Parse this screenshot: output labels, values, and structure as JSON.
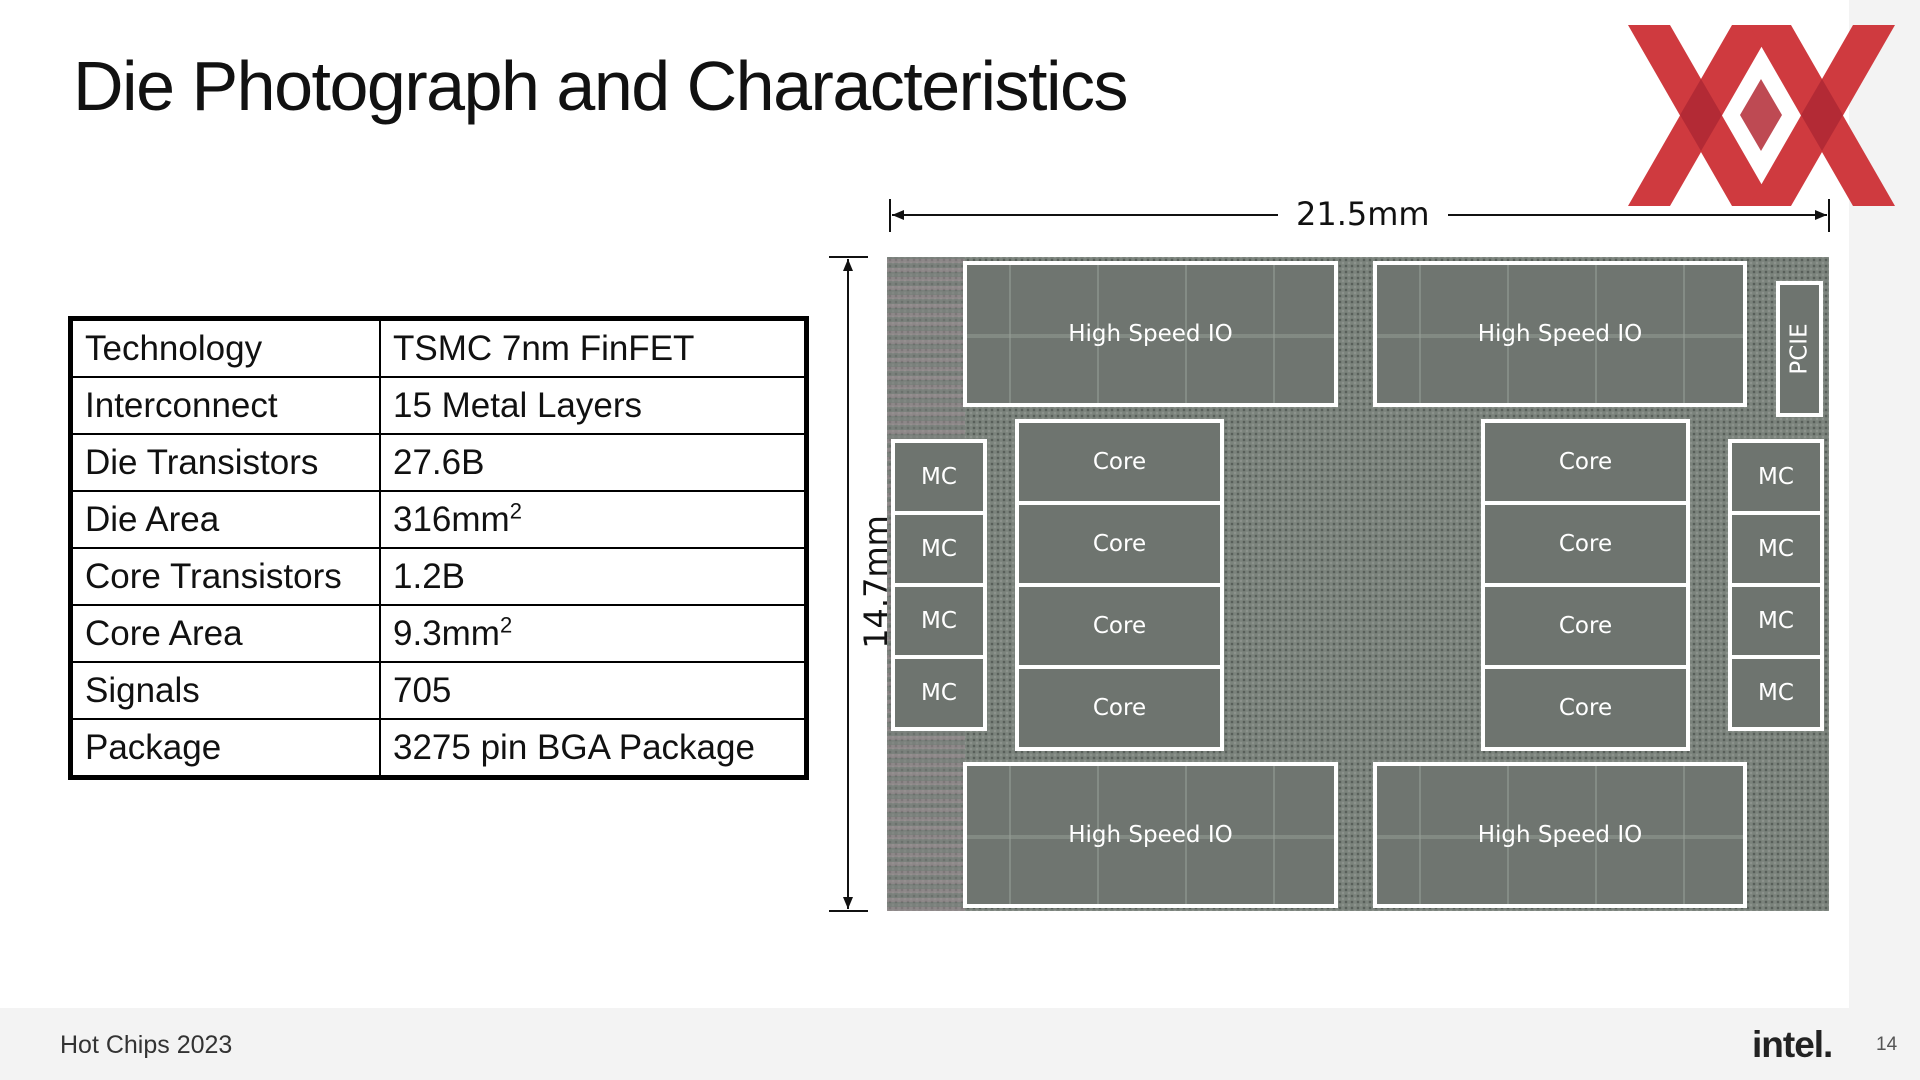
{
  "title": "Die Photograph and Characteristics",
  "specs": [
    {
      "label": "Technology",
      "value": "TSMC 7nm FinFET",
      "sup": ""
    },
    {
      "label": "Interconnect",
      "value": "15 Metal Layers",
      "sup": ""
    },
    {
      "label": "Die Transistors",
      "value": "27.6B",
      "sup": ""
    },
    {
      "label": "Die Area",
      "value": "316mm",
      "sup": "2"
    },
    {
      "label": "Core Transistors",
      "value": "1.2B",
      "sup": ""
    },
    {
      "label": "Core Area",
      "value": "9.3mm",
      "sup": "2"
    },
    {
      "label": "Signals",
      "value": "705",
      "sup": ""
    },
    {
      "label": "Package",
      "value": "3275 pin BGA Package",
      "sup": ""
    }
  ],
  "die": {
    "width_label": "21.5mm",
    "height_label": "14.7mm",
    "io_label": "High Speed IO",
    "pcie_label": "PCIE",
    "core_label": "Core",
    "mc_label": "MC"
  },
  "footer": {
    "event": "Hot Chips 2023",
    "brand": "intel.",
    "page": "14"
  },
  "colors": {
    "logo_red": "#cf3a3f",
    "logo_dark_red": "#b32a35"
  }
}
